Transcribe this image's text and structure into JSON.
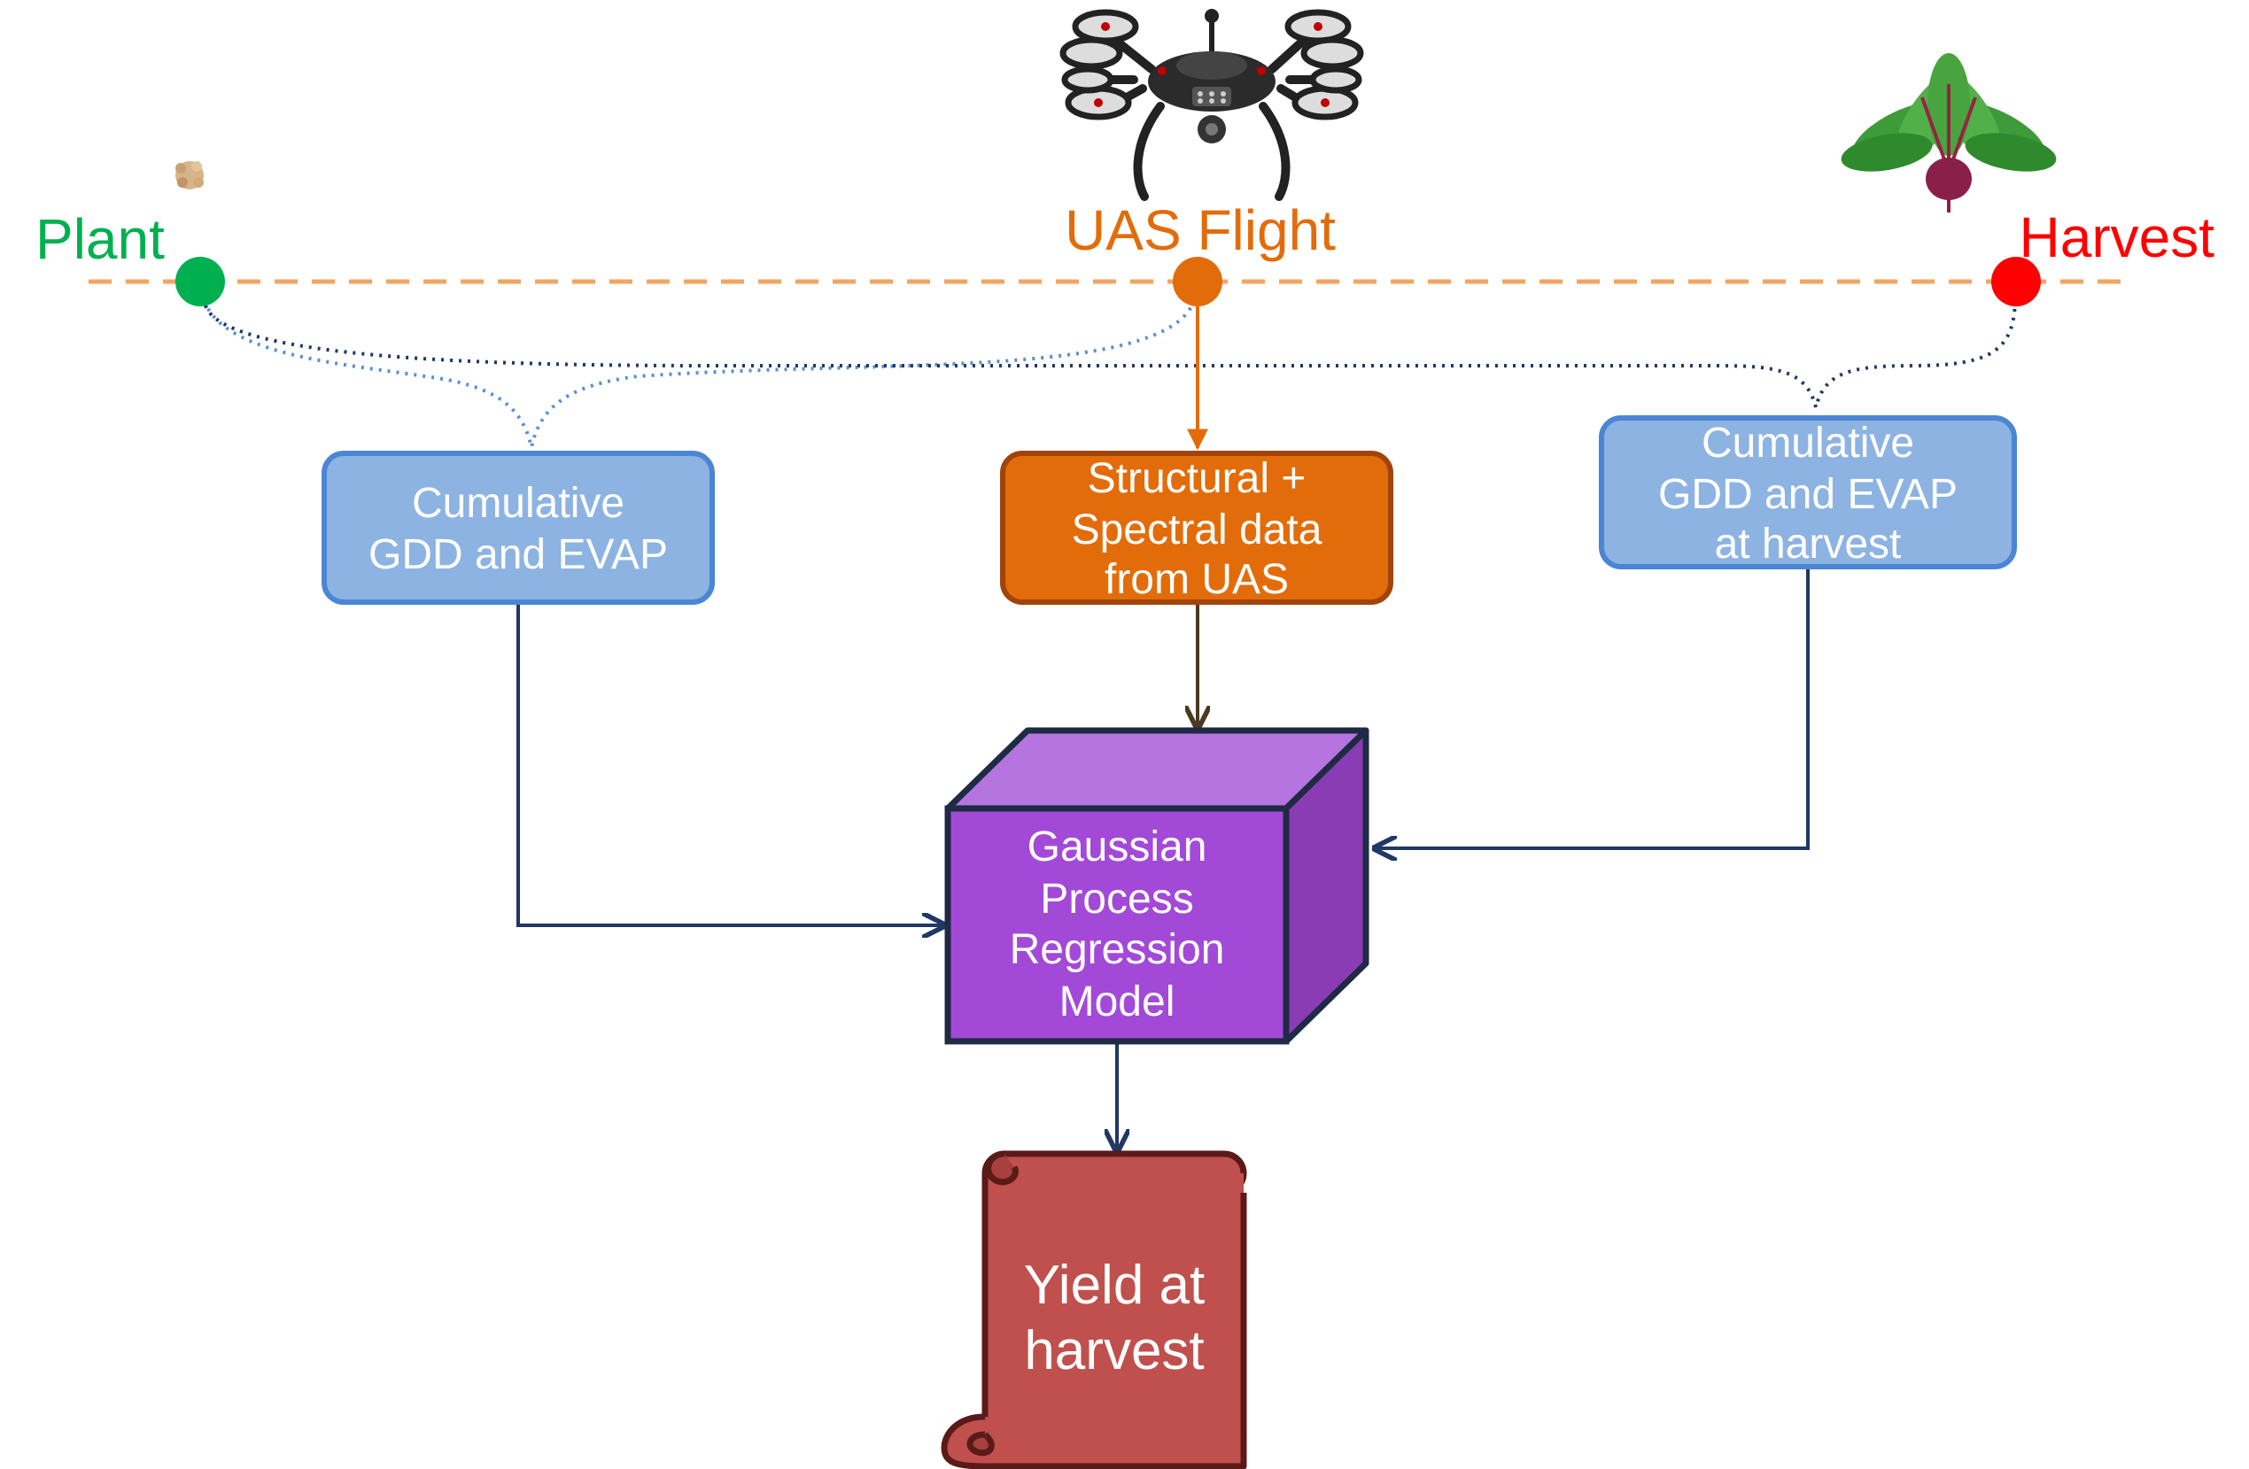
{
  "timeline": {
    "plant_label": "Plant",
    "flight_label": "UAS Flight",
    "harvest_label": "Harvest"
  },
  "boxes": {
    "left": [
      "Cumulative",
      "GDD and EVAP"
    ],
    "center": [
      "Structural +",
      "Spectral data",
      "from UAS"
    ],
    "right": [
      "Cumulative",
      "GDD and EVAP",
      "at harvest"
    ]
  },
  "model": [
    "Gaussian",
    "Process",
    "Regression",
    "Model"
  ],
  "output": [
    "Yield at",
    "harvest"
  ],
  "icons": [
    "seed-icon",
    "drone-icon",
    "beet-plant-icon"
  ],
  "colors": {
    "plant": "#00b050",
    "flight": "#e36c0a",
    "harvest": "#ff0000",
    "timeline": "#f4a460",
    "box_blue": "#8db3e2",
    "box_blue_border": "#4a86d4",
    "box_orange": "#e36c0a",
    "box_orange_border": "#a0440a",
    "cube_front": "#a349d8",
    "cube_top": "#b574e0",
    "cube_side": "#8a3cb5",
    "scroll": "#c0504d",
    "navy": "#1f3864"
  }
}
